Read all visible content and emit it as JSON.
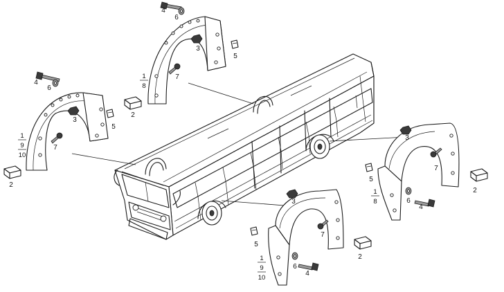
{
  "callouts": {
    "part_2": "2",
    "part_3": "3",
    "part_4": "4",
    "part_5": "5",
    "part_6": "6",
    "part_7": "7"
  },
  "variants": {
    "front_left": [
      "1",
      "9",
      "10"
    ],
    "rear_left": [
      "1",
      "8"
    ],
    "rear_right": [
      "1",
      "8"
    ],
    "front_right": [
      "1",
      "9",
      "10"
    ]
  }
}
